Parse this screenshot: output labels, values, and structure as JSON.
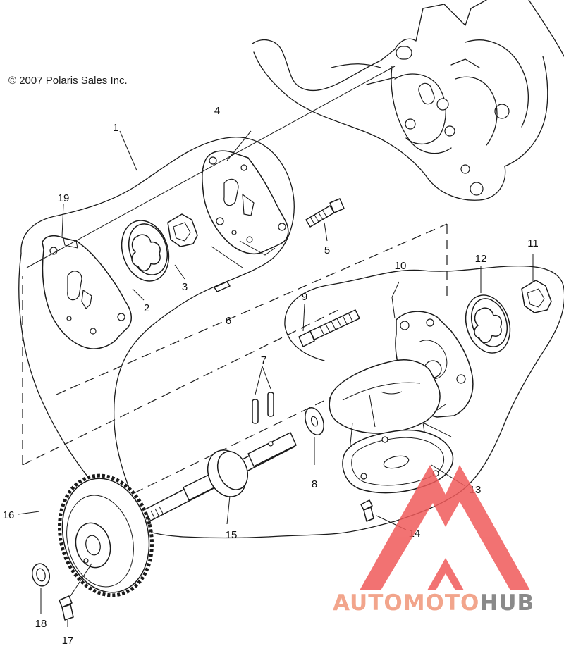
{
  "copyright": "© 2007 Polaris Sales Inc.",
  "callouts": {
    "c1": "1",
    "c2": "2",
    "c3": "3",
    "c4": "4",
    "c5": "5",
    "c6": "6",
    "c7": "7",
    "c8": "8",
    "c9": "9",
    "c10": "10",
    "c11": "11",
    "c12": "12",
    "c13": "13",
    "c14": "14",
    "c15": "15",
    "c16": "16",
    "c17": "17",
    "c18": "18",
    "c19": "19"
  },
  "watermark": {
    "part1": "AUTOMOTO",
    "part2": "HUB",
    "color1": "#f2a58c",
    "color2": "#8a8a8a",
    "logo_color": "#f05a5a"
  },
  "colors": {
    "line": "#1a1a1a",
    "background": "#ffffff"
  }
}
